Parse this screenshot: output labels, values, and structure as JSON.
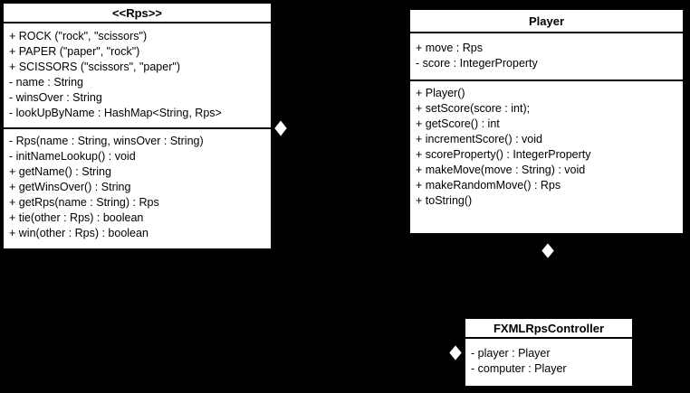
{
  "colors": {
    "background": "#000000",
    "shape_fill": "#ffffff",
    "shape_stroke": "#000000",
    "text": "#000000"
  },
  "diagram": {
    "classes": [
      {
        "title": "<<Rps>>",
        "attributes": [
          "+ ROCK (\"rock\", \"scissors\")",
          "+ PAPER (\"paper\", \"rock\")",
          "+ SCISSORS (\"scissors\", \"paper\")",
          "- name : String",
          "- winsOver : String",
          "- lookUpByName : HashMap<String, Rps>"
        ],
        "methods": [
          "- Rps(name : String, winsOver : String)",
          "- initNameLookup() : void",
          "+ getName() : String",
          "+ getWinsOver() : String",
          "+ getRps(name : String) : Rps",
          "+ tie(other : Rps) : boolean",
          "+ win(other : Rps) : boolean"
        ]
      },
      {
        "title": "Player",
        "attributes": [
          "+ move : Rps",
          "- score : IntegerProperty"
        ],
        "methods": [
          "+ Player()",
          "+ setScore(score : int);",
          "+ getScore() : int",
          "+ incrementScore() : void",
          "+ scoreProperty() : IntegerProperty",
          "+ makeMove(move : String) : void",
          "+ makeRandomMove() : Rps",
          "+ toString()"
        ]
      },
      {
        "title": "FXMLRpsController",
        "attributes": [
          "- player : Player",
          "- computer : Player"
        ],
        "methods": []
      }
    ],
    "connectors": [
      {
        "marker": "aggregation-diamond",
        "attached_class": "<<Rps>>",
        "side": "right"
      },
      {
        "marker": "aggregation-diamond",
        "attached_class": "Player",
        "side": "bottom"
      },
      {
        "marker": "aggregation-diamond",
        "attached_class": "FXMLRpsController",
        "side": "left"
      }
    ]
  }
}
